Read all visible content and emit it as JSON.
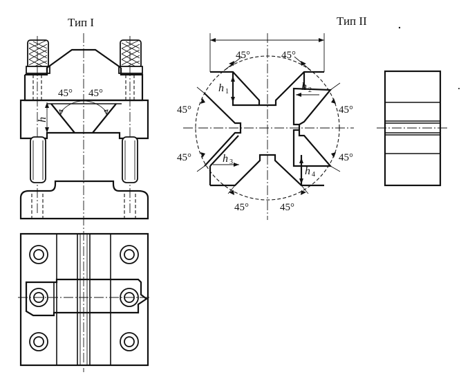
{
  "titles": {
    "type1": "Тип I",
    "type2": "Тип II"
  },
  "type1_labels": {
    "angle_left": "45°",
    "angle_right": "45°",
    "dim_h": "h"
  },
  "type2_labels": {
    "angle_top_left": "45°",
    "angle_top_right": "45°",
    "angle_left_top": "45°",
    "angle_left_bottom": "45°",
    "angle_right_top": "45°",
    "angle_right_bottom": "45°",
    "angle_bottom_left": "45°",
    "angle_bottom_right": "45°",
    "h1_main": "h",
    "h1_sub": "1",
    "h2_main": "h",
    "h2_sub": "2",
    "h3_main": "h",
    "h3_sub": "3",
    "h4_main": "h",
    "h4_sub": "4"
  }
}
